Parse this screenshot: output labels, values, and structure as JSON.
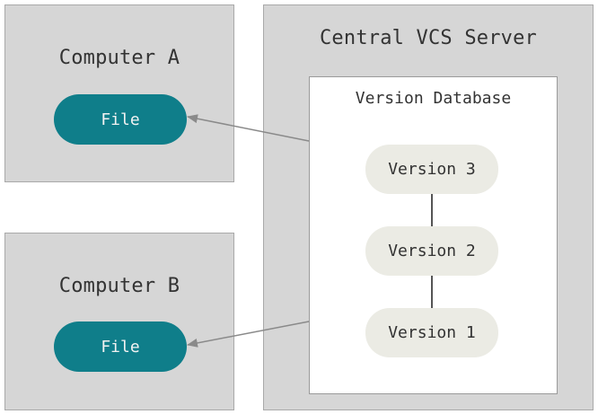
{
  "computer_a": {
    "title": "Computer A",
    "file_label": "File"
  },
  "computer_b": {
    "title": "Computer B",
    "file_label": "File"
  },
  "server": {
    "title": "Central VCS Server",
    "database": {
      "title": "Version Database",
      "versions": [
        "Version 3",
        "Version 2",
        "Version 1"
      ]
    }
  },
  "colors": {
    "box_fill": "#d6d6d6",
    "file_pill": "#0f7e8a",
    "version_pill": "#ebebe4",
    "arrow": "#8a8a8a"
  }
}
